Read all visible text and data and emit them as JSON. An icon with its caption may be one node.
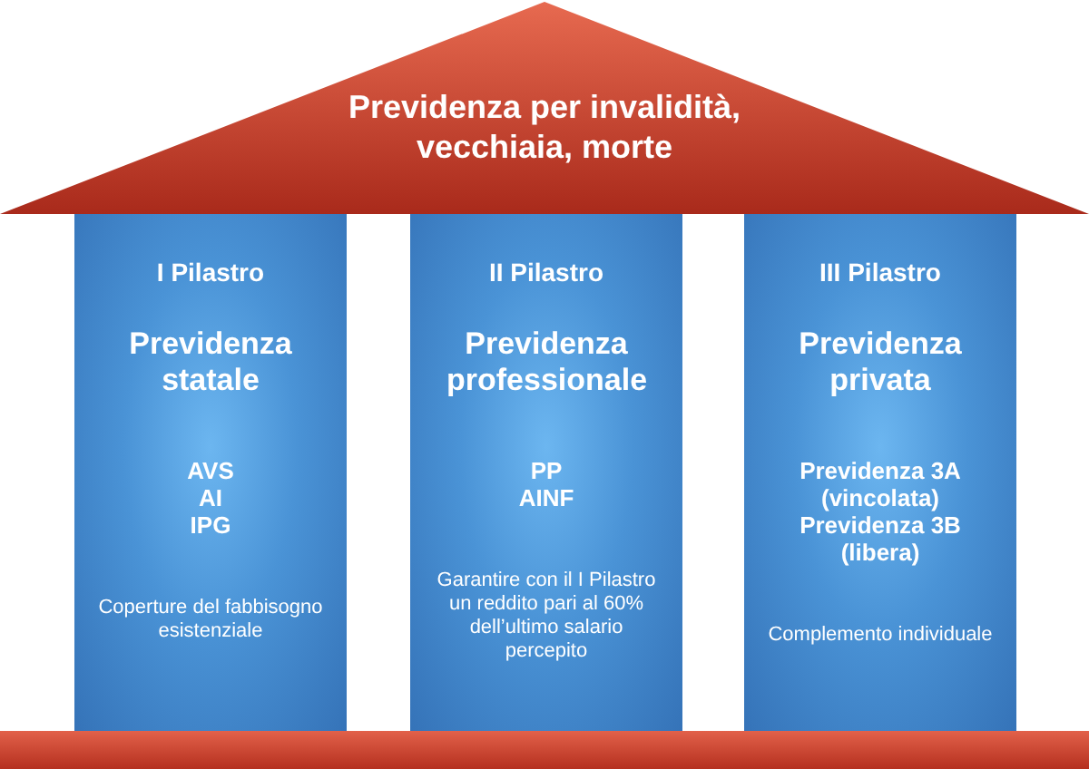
{
  "diagram": {
    "nodes": [
      {
        "text": [
          "Previdenza per invalidità, vecchiaia, morte"
        ]
      },
      {
        "text": [
          "I Pilastro",
          "Previdenza statale",
          "AVS",
          "AI",
          "IPG",
          "Coperture del fabbisogno esistenziale"
        ]
      },
      {
        "text": [
          "II Pilastro",
          "Previdenza professionale",
          "PP",
          "AINF",
          "Garantire con il I Pilastro un reddito pari al 60% dell’ultimo salario percepito"
        ]
      },
      {
        "text": [
          "III Pilastro",
          "Previdenza privata",
          "Previdenza 3A (vincolata)",
          "Previdenza 3B (libera)",
          "Complemento individuale"
        ]
      },
      {
        "text": [],
        "shape": "bar"
      }
    ],
    "edges": []
  }
}
